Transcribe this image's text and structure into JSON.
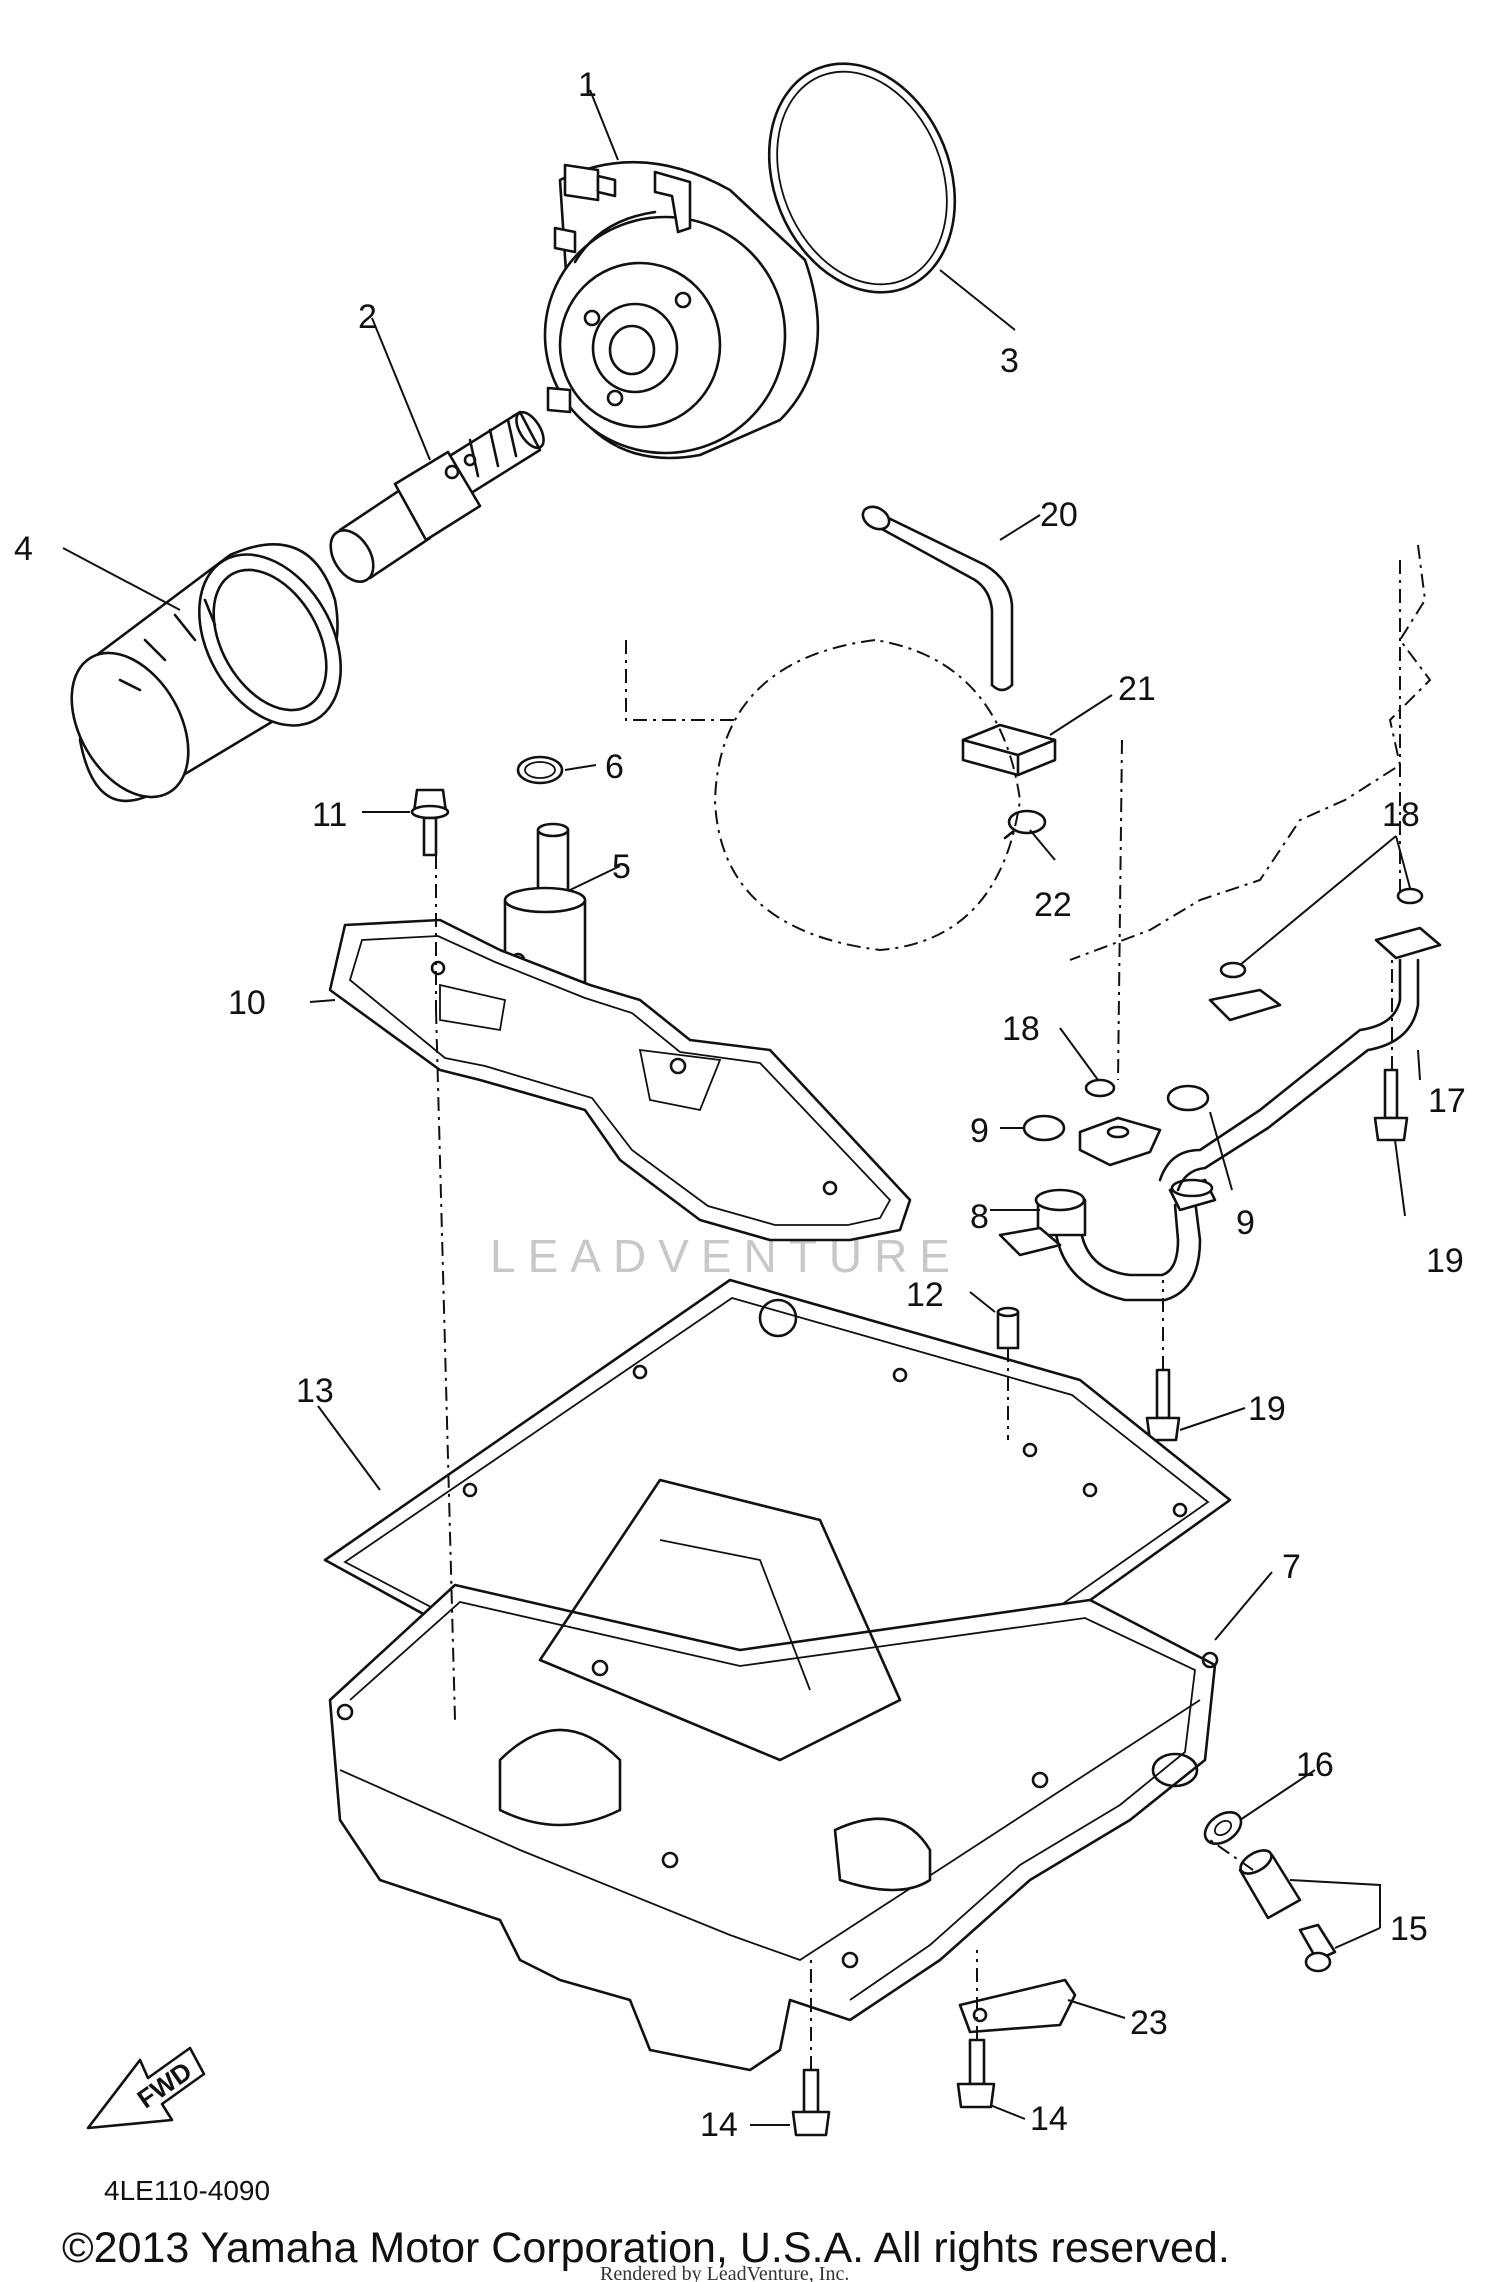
{
  "diagram": {
    "watermark": "LEADVENTURE",
    "drawing_code": "4LE110-4090",
    "copyright": "©2013 Yamaha Motor Corporation, U.S.A. All rights reserved.",
    "rendered_by": "Rendered by LeadVenture, Inc.",
    "fwd_label": "FWD",
    "callouts": {
      "c1": "1",
      "c2": "2",
      "c3": "3",
      "c4": "4",
      "c5": "5",
      "c6": "6",
      "c7": "7",
      "c8": "8",
      "c9a": "9",
      "c9b": "9",
      "c10": "10",
      "c11": "11",
      "c12": "12",
      "c13": "13",
      "c14a": "14",
      "c14b": "14",
      "c15": "15",
      "c16": "16",
      "c17": "17",
      "c18a": "18",
      "c18b": "18",
      "c19a": "19",
      "c19b": "19",
      "c20": "20",
      "c21": "21",
      "c22": "22",
      "c23": "23"
    }
  }
}
